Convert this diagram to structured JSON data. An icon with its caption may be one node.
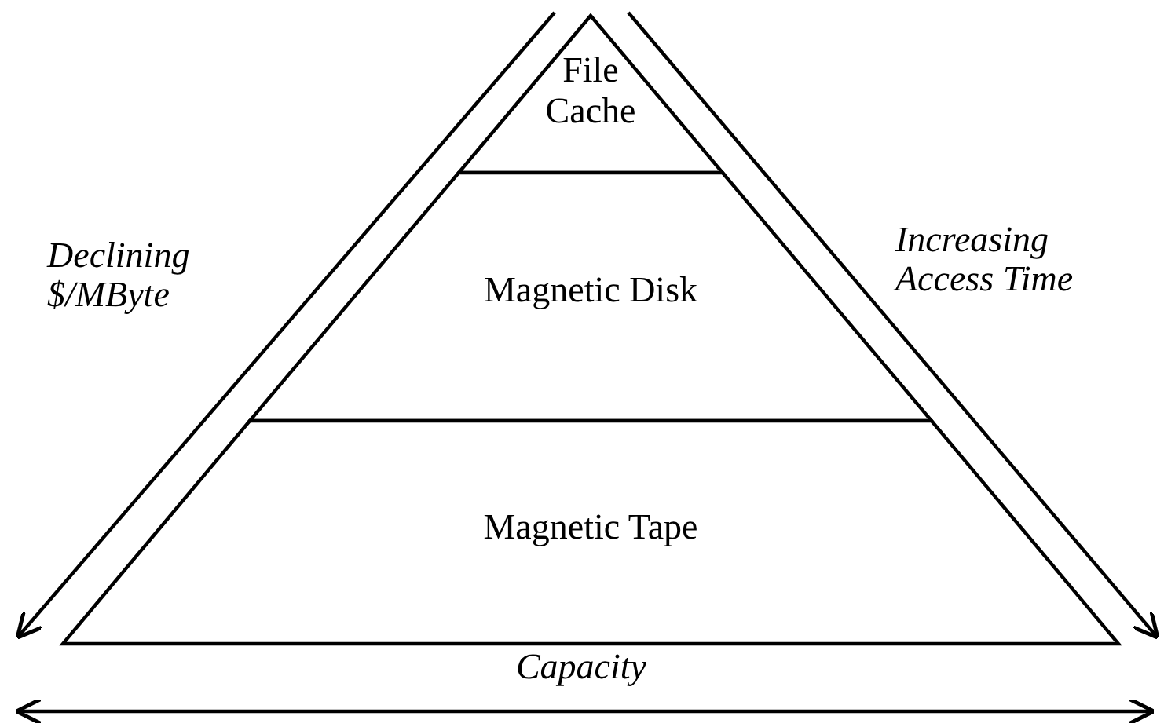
{
  "diagram": {
    "nodes": [
      {
        "text": [
          "File Cache"
        ]
      },
      {
        "text": [
          "Magnetic Disk"
        ]
      },
      {
        "text": [
          "Magnetic Tape"
        ]
      }
    ],
    "labels": [
      "Declining $/MByte",
      "Increasing Access Time",
      "Capacity"
    ]
  }
}
